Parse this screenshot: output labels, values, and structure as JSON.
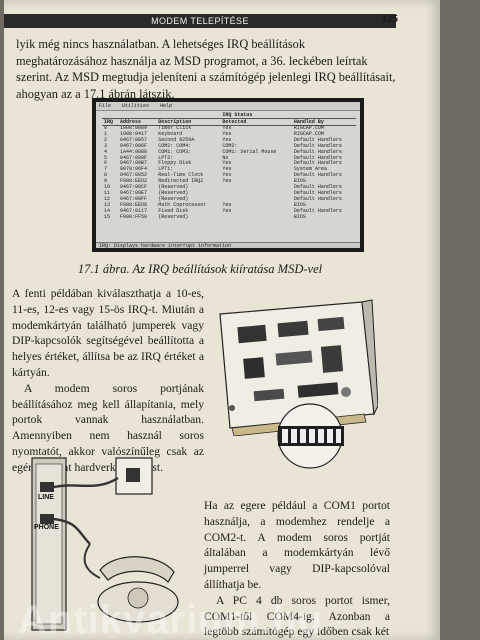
{
  "header": {
    "title": "MODEM TELEPÍTÉSE",
    "page_number": "135"
  },
  "intro_text": "lyik még nincs használatban. A lehetséges IRQ beállítások meghatározásához használja az MSD programot, a 36. leckében leírtak szerint. Az MSD megtudja jeleníteni a számítógép jelenlegi IRQ beállításait, ahogyan az a 17.1 ábrán látszik.",
  "screenshot": {
    "menu": [
      "File",
      "Utilities",
      "Help"
    ],
    "columns": [
      "IRQ",
      "Address",
      "Description",
      "Detected",
      "Handled By"
    ],
    "group_heading": "IRQ Status",
    "rows": [
      [
        "0",
        "1000:0089",
        "Timer Click",
        "Yes",
        "RIGCAP.COM"
      ],
      [
        "1",
        "1000:0417",
        "Keyboard",
        "Yes",
        "RIGCAP.COM"
      ],
      [
        "2",
        "0467:0057",
        "Second 8259A",
        "Yes",
        "Default Handlers"
      ],
      [
        "3",
        "0467:006F",
        "COM2: COM4:",
        "COM2:",
        "Default Handlers"
      ],
      [
        "4",
        "1A44:0088",
        "COM1: COM3:",
        "COM1: Serial Mouse",
        "Default Handlers"
      ],
      [
        "5",
        "0467:009F",
        "LPT2:",
        "No",
        "Default Handlers"
      ],
      [
        "6",
        "0467:00B7",
        "Floppy Disk",
        "Yes",
        "Default Handlers"
      ],
      [
        "7",
        "0070:06F4",
        "LPT1:",
        "Yes",
        "System Area"
      ],
      [
        "8",
        "0467:0052",
        "Real-Time Clock",
        "Yes",
        "Default Handlers"
      ],
      [
        "9",
        "F000:EED2",
        "Redirected IRQ2",
        "Yes",
        "BIOS"
      ],
      [
        "10",
        "0467:00CF",
        "(Reserved)",
        "",
        "Default Handlers"
      ],
      [
        "11",
        "0467:00E7",
        "(Reserved)",
        "",
        "Default Handlers"
      ],
      [
        "12",
        "0467:00FF",
        "(Reserved)",
        "",
        "Default Handlers"
      ],
      [
        "13",
        "F000:EED8",
        "Math Coprocessor",
        "Yes",
        "BIOS"
      ],
      [
        "14",
        "0467:0117",
        "Fixed Disk",
        "Yes",
        "Default Handlers"
      ],
      [
        "15",
        "F000:FF50",
        "(Reserved)",
        "",
        "BIOS"
      ]
    ],
    "status_bar": "IRQ: Displays hardware interrupt information"
  },
  "caption": "17.1 ábra. Az IRQ beállítások kiíratása MSD-vel",
  "left_column": [
    "A fenti példában kiválaszthatja a 10-es, 11-es, 12-es vagy 15-ös IRQ-t. Miután a modemkártyán található jumperek vagy DIP-kapcsolók segítségével beállította a helyes értéket, állítsa be az IRQ értéket a kártyán.",
    "A modem soros portjának beállításához meg kell állapítania, mely portok vannak használatban. Amennyiben nem használ soros nyomtatót, akkor valószínűleg csak az egér okozhat hardverkonfliktust."
  ],
  "serial_figure": {
    "line_label": "LINE",
    "phone_label": "PHONE"
  },
  "right_column": [
    "Ha az egere például a COM1 portot használja, a modemhez rendelje a COM2-t. A modem soros portját általában a modemkártyán lévő jumperrel vagy DIP-kapcsolóval állíthatja be.",
    "A PC 4 db soros portot ismer, COM1-től COM4-ig. Azonban a legtöbb számítógép egy időben csak két"
  ],
  "watermark": "Antikvarium.hu",
  "colors": {
    "page": "#e9e4d6",
    "header_bar": "#2a2a2a",
    "text": "#1d1b18"
  }
}
